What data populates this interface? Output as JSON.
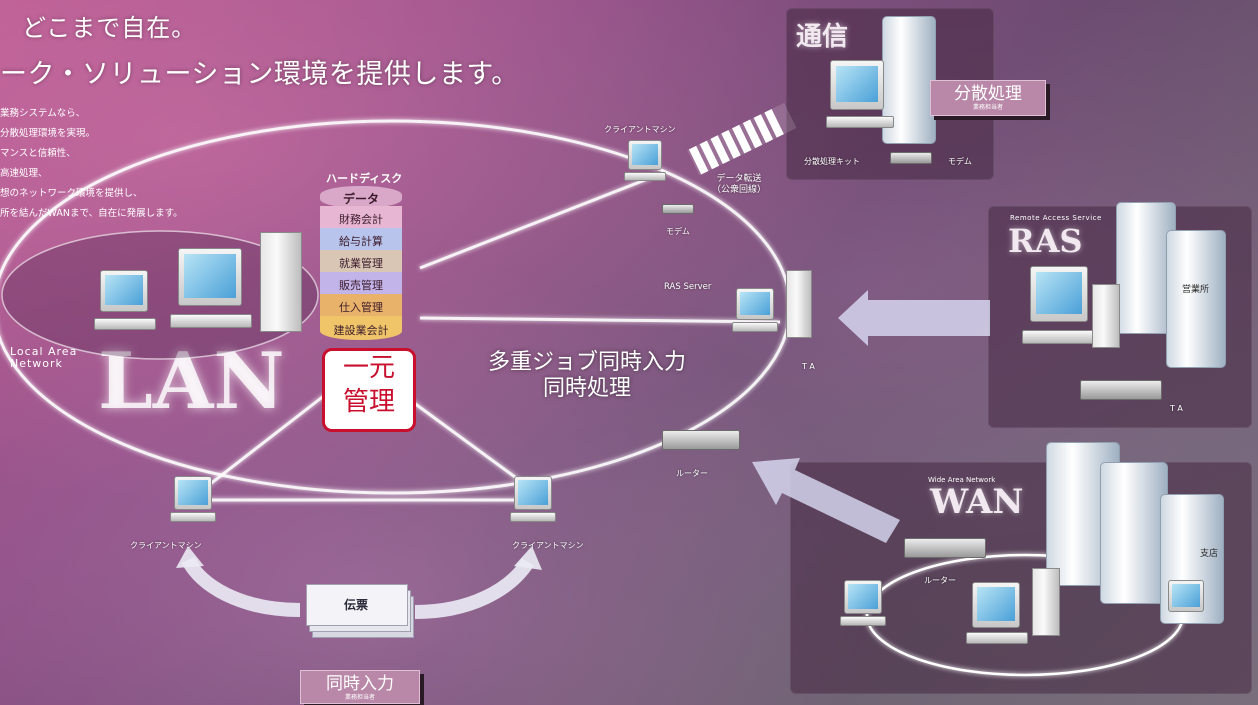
{
  "headline": {
    "line1": "どこまで自在。",
    "line2": "ーク・ソリューション環境を提供します。"
  },
  "body_lines": [
    "業務システムなら、",
    "分散処理環境を実現。",
    "マンスと信頼性、",
    "高速処理、",
    "想のネットワーク環境を提供し、",
    "所を結んだWANまで、自在に発展します。"
  ],
  "lan": {
    "title": "LAN",
    "subtitle": "Local Area Network"
  },
  "database": {
    "header": "ハードディスク",
    "items": [
      "データ",
      "財務会計",
      "給与計算",
      "就業管理",
      "販売管理",
      "仕入管理",
      "建設業会計"
    ],
    "colors": [
      "#d9a8c8",
      "#e7b6d2",
      "#b9c4ec",
      "#d9c6b5",
      "#c2b4e8",
      "#e9b26a",
      "#f0c56a"
    ]
  },
  "center": {
    "ichigen": [
      "一元",
      "管理"
    ],
    "multi_job": [
      "多重ジョブ同時入力",
      "同時処理"
    ]
  },
  "nodes": {
    "client_top": "クライアントマシン",
    "modem_top": "モデム",
    "data_transfer": [
      "データ転送",
      "（公衆回線）"
    ],
    "ras_server": "RAS Server",
    "ta_center": "T A",
    "router_center": "ルーター",
    "client_left": "クライアントマシン",
    "client_right": "クライアントマシン",
    "denpyo": "伝票"
  },
  "tsushin": {
    "title": "通信",
    "kit": "分散処理キット",
    "modem": "モデム",
    "tag": {
      "main": "分散処理",
      "sub": "業務担当者"
    }
  },
  "ras": {
    "title": "RAS",
    "subtitle": "Remote Access Service",
    "office": "営業所",
    "ta": "T A"
  },
  "wan": {
    "title": "WAN",
    "subtitle": "Wide Area Network",
    "router": "ルーター",
    "branch": "支店"
  },
  "bottom_tag": {
    "main": "同時入力",
    "sub": "業務担当者"
  }
}
